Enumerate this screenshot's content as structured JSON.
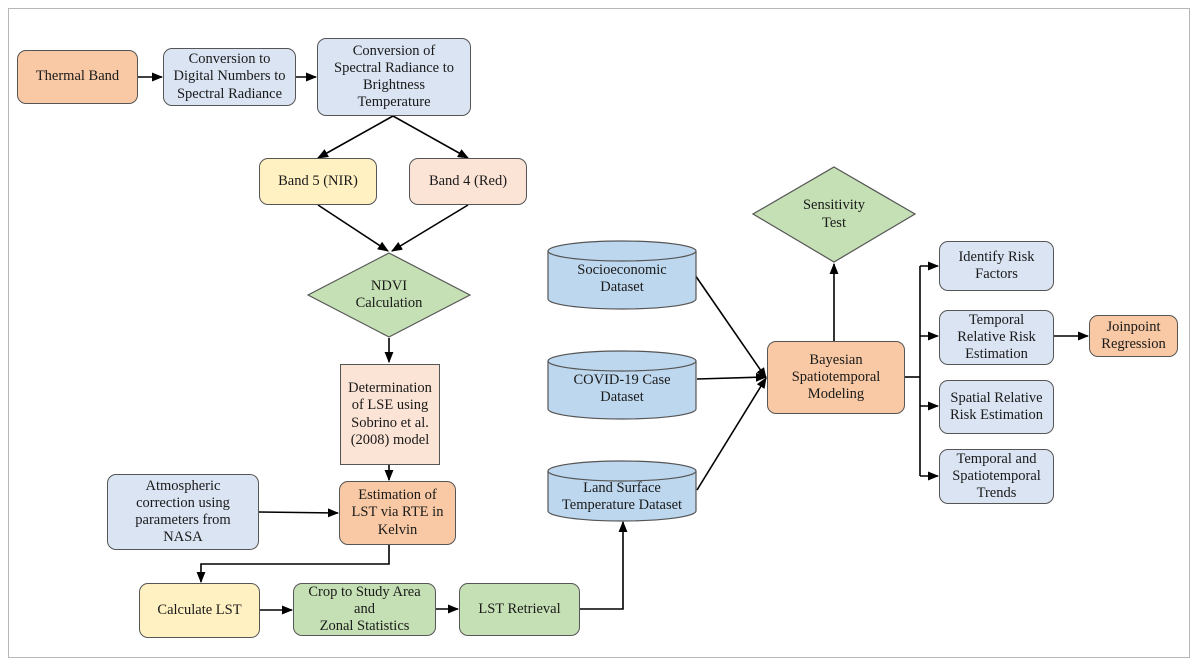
{
  "nodes": {
    "thermal_band": "Thermal Band",
    "dn_to_radiance": "Conversion to\nDigital Numbers to\nSpectral Radiance",
    "radiance_to_bt": "Conversion of\nSpectral Radiance to\nBrightness\nTemperature",
    "band5": "Band 5 (NIR)",
    "band4": "Band 4 (Red)",
    "ndvi": "NDVI\nCalculation",
    "lse": "Determination\nof LSE using\nSobrino et al.\n(2008) model",
    "atmospheric": "Atmospheric\ncorrection using\nparameters from\nNASA",
    "lst_rte": "Estimation of\nLST via RTE in\nKelvin",
    "calculate_lst": "Calculate LST",
    "crop": "Crop to Study Area\nand\nZonal Statistics",
    "lst_retrieval": "LST Retrieval",
    "socioeconomic": "Socioeconomic\nDataset",
    "covid": "COVID-19 Case\nDataset",
    "lst_dataset": "Land Surface\nTemperature Dataset",
    "bayesian": "Bayesian\nSpatiotemporal\nModeling",
    "sensitivity": "Sensitivity\nTest",
    "risk_factors": "Identify Risk\nFactors",
    "temporal_rr": "Temporal\nRelative Risk\nEstimation",
    "spatial_rr": "Spatial Relative\nRisk Estimation",
    "trends": "Temporal and\nSpatiotemporal\nTrends",
    "joinpoint": "Joinpoint\nRegression"
  },
  "colors": {
    "orange": "#f8c9a4",
    "blue": "#dbe4f3",
    "cream": "#fff1c2",
    "peach": "#fbe4d5",
    "green": "#c6e0b5",
    "cylinder": "#bdd7ee",
    "diamond": "#c5e0b4",
    "line": "#000000"
  }
}
